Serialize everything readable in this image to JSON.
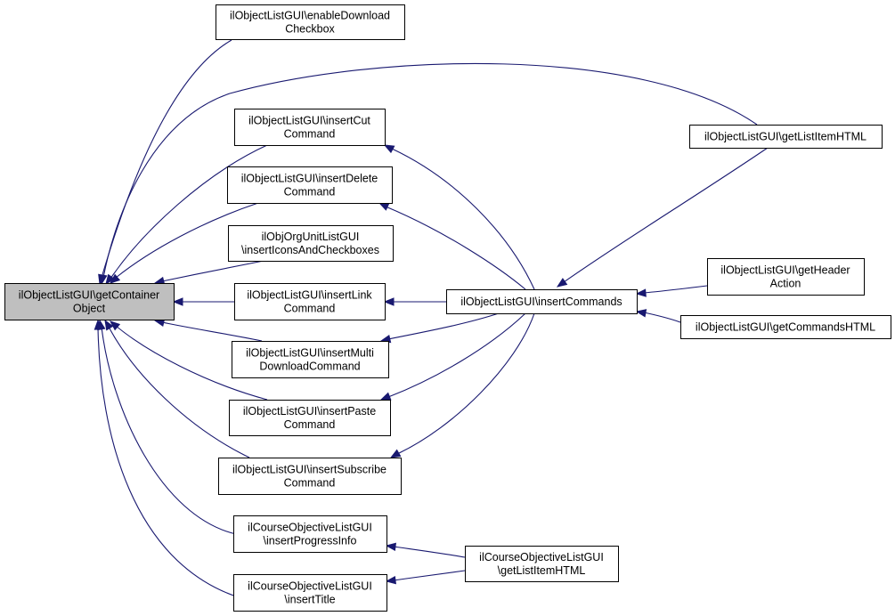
{
  "diagram": {
    "type": "call-graph",
    "root": "root",
    "colors": {
      "edge": "#191970",
      "node_border": "#000000",
      "node_fill": "#ffffff",
      "root_fill": "#bfbfbf"
    },
    "nodes": [
      {
        "id": "root",
        "lines": [
          "ilObjectListGUI\\getContainer",
          "Object"
        ]
      },
      {
        "id": "enableDownload",
        "lines": [
          "ilObjectListGUI\\enableDownload",
          "Checkbox"
        ]
      },
      {
        "id": "insertCut",
        "lines": [
          "ilObjectListGUI\\insertCut",
          "Command"
        ]
      },
      {
        "id": "insertDelete",
        "lines": [
          "ilObjectListGUI\\insertDelete",
          "Command"
        ]
      },
      {
        "id": "orgUnit",
        "lines": [
          "ilObjOrgUnitListGUI",
          "\\insertIconsAndCheckboxes"
        ]
      },
      {
        "id": "insertLink",
        "lines": [
          "ilObjectListGUI\\insertLink",
          "Command"
        ]
      },
      {
        "id": "insertMulti",
        "lines": [
          "ilObjectListGUI\\insertMulti",
          "DownloadCommand"
        ]
      },
      {
        "id": "insertPaste",
        "lines": [
          "ilObjectListGUI\\insertPaste",
          "Command"
        ]
      },
      {
        "id": "insertSubscribe",
        "lines": [
          "ilObjectListGUI\\insertSubscribe",
          "Command"
        ]
      },
      {
        "id": "courseProgress",
        "lines": [
          "ilCourseObjectiveListGUI",
          "\\insertProgressInfo"
        ]
      },
      {
        "id": "courseTitle",
        "lines": [
          "ilCourseObjectiveListGUI",
          "\\insertTitle"
        ]
      },
      {
        "id": "insertCommands",
        "lines": [
          "ilObjectListGUI\\insertCommands"
        ]
      },
      {
        "id": "getListItemHTML",
        "lines": [
          "ilObjectListGUI\\getListItemHTML"
        ]
      },
      {
        "id": "getHeaderAction",
        "lines": [
          "ilObjectListGUI\\getHeader",
          "Action"
        ]
      },
      {
        "id": "getCommandsHTML",
        "lines": [
          "ilObjectListGUI\\getCommandsHTML"
        ]
      },
      {
        "id": "courseListItem",
        "lines": [
          "ilCourseObjectiveListGUI",
          "\\getListItemHTML"
        ]
      }
    ],
    "edges": [
      {
        "from": "enableDownload",
        "to": "root"
      },
      {
        "from": "getListItemHTML",
        "to": "root"
      },
      {
        "from": "insertCut",
        "to": "root"
      },
      {
        "from": "insertDelete",
        "to": "root"
      },
      {
        "from": "orgUnit",
        "to": "root"
      },
      {
        "from": "insertLink",
        "to": "root"
      },
      {
        "from": "insertMulti",
        "to": "root"
      },
      {
        "from": "insertPaste",
        "to": "root"
      },
      {
        "from": "insertSubscribe",
        "to": "root"
      },
      {
        "from": "courseProgress",
        "to": "root"
      },
      {
        "from": "courseTitle",
        "to": "root"
      },
      {
        "from": "insertCommands",
        "to": "insertCut"
      },
      {
        "from": "insertCommands",
        "to": "insertDelete"
      },
      {
        "from": "insertCommands",
        "to": "insertLink"
      },
      {
        "from": "insertCommands",
        "to": "insertMulti"
      },
      {
        "from": "insertCommands",
        "to": "insertPaste"
      },
      {
        "from": "insertCommands",
        "to": "insertSubscribe"
      },
      {
        "from": "getListItemHTML",
        "to": "insertCommands"
      },
      {
        "from": "getHeaderAction",
        "to": "insertCommands"
      },
      {
        "from": "getCommandsHTML",
        "to": "insertCommands"
      },
      {
        "from": "courseListItem",
        "to": "courseProgress"
      },
      {
        "from": "courseListItem",
        "to": "courseTitle"
      }
    ]
  }
}
